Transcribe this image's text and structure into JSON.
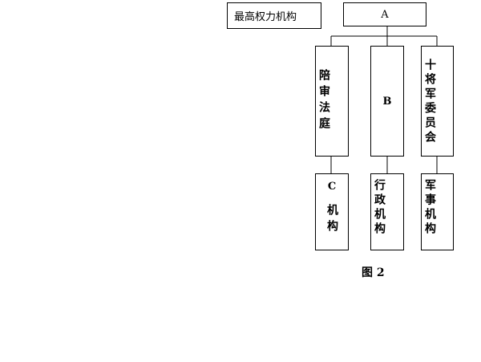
{
  "header": {
    "label": "最高权力机构",
    "top_node": "A"
  },
  "branches": [
    {
      "upper": "陪审法庭",
      "lower_letter": "C",
      "lower_text": "机构"
    },
    {
      "upper_letter": "B",
      "lower_text": "行政机构"
    },
    {
      "upper": "十将军委员会",
      "lower_text": "军事机构"
    }
  ],
  "caption": "图 2"
}
